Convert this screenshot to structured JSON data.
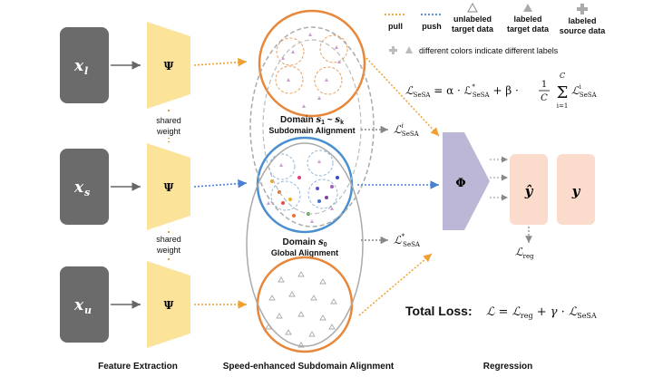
{
  "inputs": [
    {
      "base": "x",
      "sub": "l"
    },
    {
      "base": "x",
      "sub": "s"
    },
    {
      "base": "x",
      "sub": "u"
    }
  ],
  "encoder_symbol": "Ψ",
  "shared_weight_line1": "shared",
  "shared_weight_line2": "weight",
  "regressor_symbol": "Φ",
  "pred_symbol": "ŷ",
  "target_symbol": "y",
  "domains": {
    "sub": {
      "prefix": "Domain ",
      "s1": "s",
      "s1_sub": "1",
      "tilde": " ~ ",
      "sk": "s",
      "sk_sub": "k",
      "subtitle": "Subdomain Alignment"
    },
    "global": {
      "prefix": "Domain ",
      "s0": "s",
      "s0_sub": "0",
      "subtitle": "Global Alignment"
    }
  },
  "loss_labels": {
    "sesa_i": {
      "L": "ℒ",
      "sup": "i",
      "sub": "SeSA"
    },
    "sesa_star": {
      "L": "ℒ",
      "sup": "*",
      "sub": "SeSA"
    },
    "reg": {
      "L": "ℒ",
      "sub": "reg"
    }
  },
  "legend": {
    "pull": "pull",
    "push": "push",
    "unlabeled_line1": "unlabeled",
    "unlabeled_line2": "target data",
    "labeled_target_line1": "labeled",
    "labeled_target_line2": "target data",
    "labeled_source_line1": "labeled",
    "labeled_source_line2": "source data",
    "colors_note": "different colors indicate different labels"
  },
  "formula": {
    "lhs": "ℒ",
    "lhs_sub": "SeSA",
    "eq": " = α · ℒ",
    "star": "*",
    "sesa": "SeSA",
    "plus_beta": " + β · ",
    "one": "1",
    "C": "C",
    "sum": "Σ",
    "sum_top": "C",
    "sum_bottom": "i=1",
    "term_L": "ℒ",
    "term_sup": "i",
    "term_sub": "SeSA"
  },
  "total_loss": {
    "label": "Total Loss:",
    "expr_a": "ℒ = ℒ",
    "reg": "reg",
    "expr_b": " + γ · ℒ",
    "sesa": "SeSA"
  },
  "sections": {
    "feature": "Feature Extraction",
    "sesa": "Speed-enhanced Subdomain Alignment",
    "regression": "Regression"
  },
  "colors": {
    "input_box": "#6b6b6b",
    "encoder": "#fbe39a",
    "regressor": "#bcb7d6",
    "pred_box": "#fbdccc",
    "circle_top": "#e8873a",
    "circle_mid": "#4a8fcf",
    "circle_bottom": "#e8873a",
    "pull": "#f0a030",
    "push": "#4a7fd4"
  }
}
